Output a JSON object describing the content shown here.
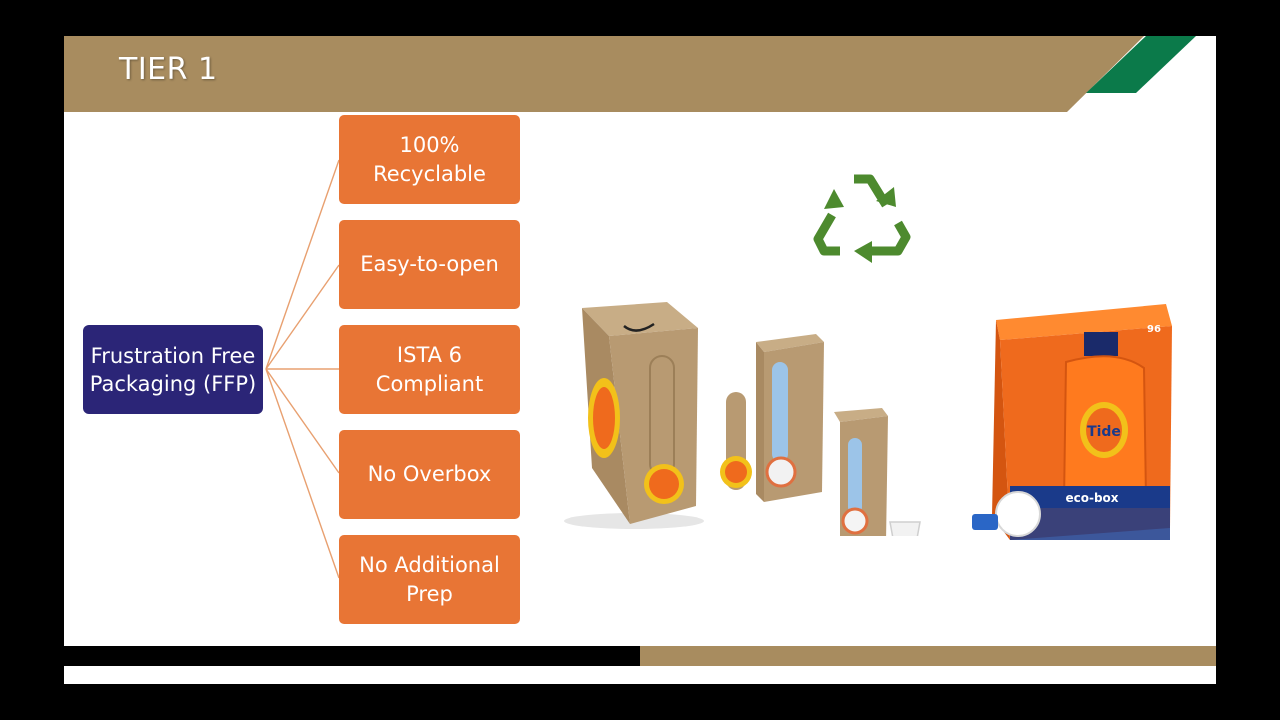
{
  "colors": {
    "header_gold": "#a88c5f",
    "accent_green": "#0b7a4a",
    "root_navy": "#2b2577",
    "branch_orange": "#e87535",
    "connector": "#e8a070",
    "recycle_green": "#4d8a2e",
    "tide_orange": "#ef6a1d",
    "cardboard": "#b89a72"
  },
  "header": {
    "title": "TIER 1"
  },
  "diagram": {
    "root": {
      "label": "Frustration Free\nPackaging (FFP)"
    },
    "branches": [
      {
        "label": "100%\nRecyclable"
      },
      {
        "label": "Easy-to-open"
      },
      {
        "label": "ISTA 6\nCompliant"
      },
      {
        "label": "No Overbox"
      },
      {
        "label": "No Additional\nPrep"
      }
    ]
  },
  "images": {
    "recycle_symbol": "recycle-icon",
    "cardboard_boxes": "tide-cardboard-box-images",
    "product_box": "tide-eco-box-image"
  },
  "product": {
    "brand": "Tide",
    "name_label": "eco-box",
    "count": "96"
  }
}
